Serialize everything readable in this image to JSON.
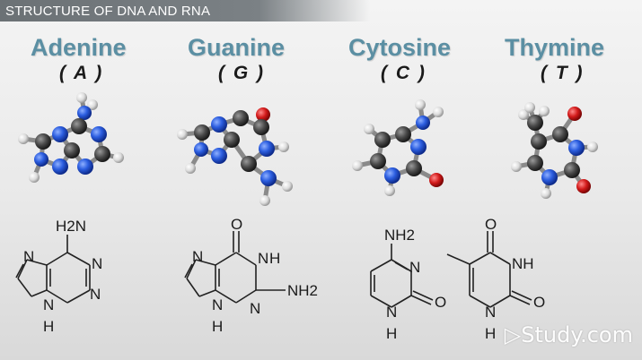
{
  "header": {
    "title": "STRUCTURE OF DNA AND RNA"
  },
  "bases": [
    {
      "name": "Adenine",
      "abbr": "( A )"
    },
    {
      "name": "Guanine",
      "abbr": "( G )"
    },
    {
      "name": "Cytosine",
      "abbr": "( C )"
    },
    {
      "name": "Thymine",
      "abbr": "( T )"
    }
  ],
  "atom_labels": {
    "adenine": {
      "amine": "H2N",
      "n1": "N",
      "n3": "N",
      "n7": "N",
      "n9": "N",
      "h9": "H"
    },
    "guanine": {
      "o6": "O",
      "n1": "N",
      "h1": "H",
      "n3": "N",
      "nh2": "NH2",
      "n7": "N",
      "n9": "N",
      "h9": "H"
    },
    "cytosine": {
      "amine": "NH2",
      "n3": "N",
      "n1": "N",
      "h1": "H",
      "o2": "O"
    },
    "thymine": {
      "o4": "O",
      "n3": "NH",
      "n1": "N",
      "h1": "H",
      "o2": "O"
    }
  },
  "watermark": "Study.com"
}
